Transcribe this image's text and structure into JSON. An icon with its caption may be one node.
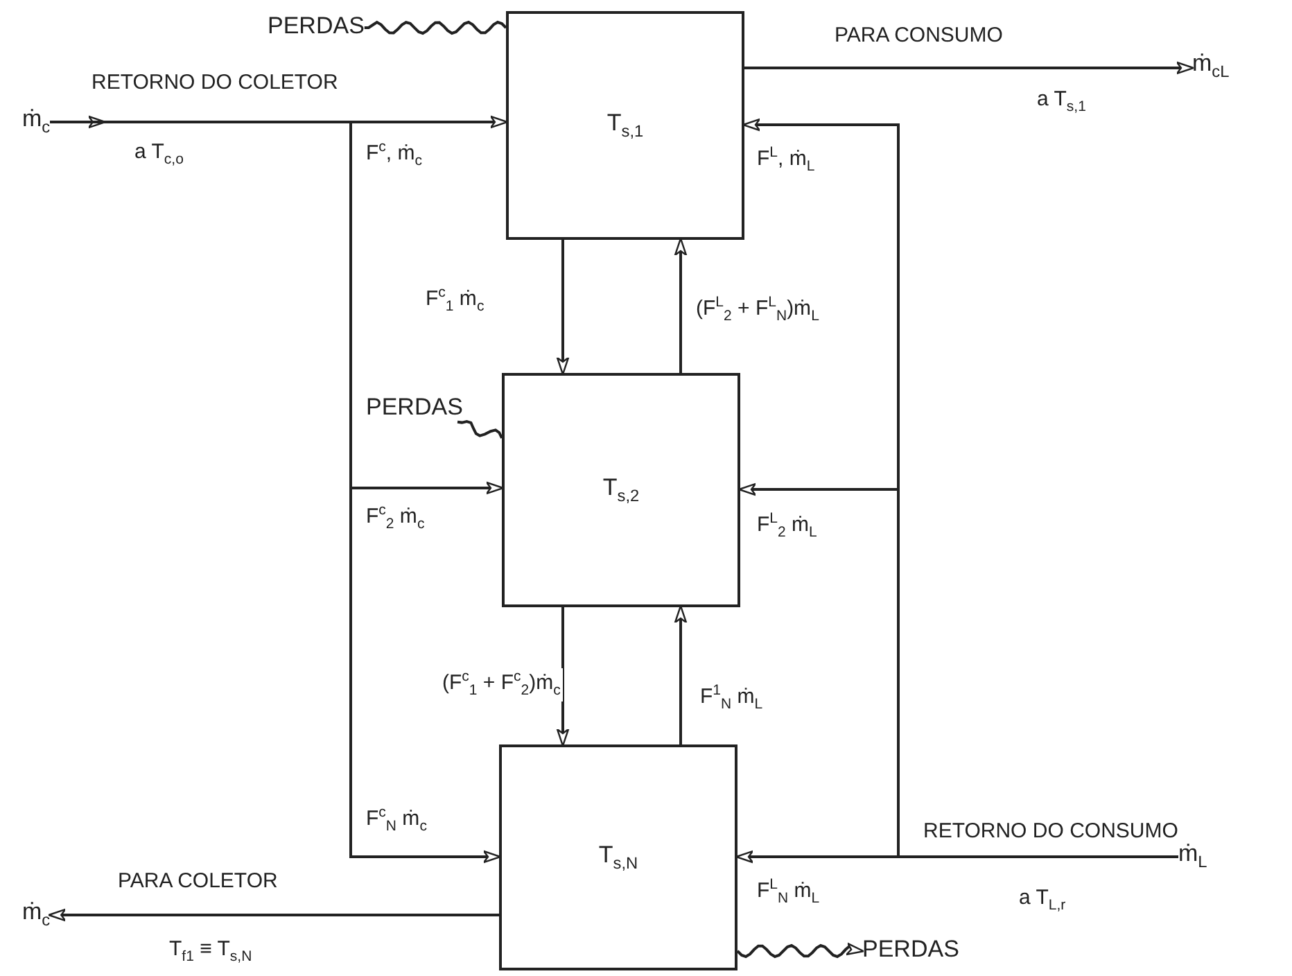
{
  "diagram": {
    "nodes": [
      {
        "text": [
          "T$_{s,1}$"
        ]
      },
      {
        "text": [
          "T$_{s,2}$"
        ]
      },
      {
        "text": [
          "T$_{s,N}$"
        ]
      },
      {
        "text": [
          "ṁ$_{c}$"
        ]
      },
      {
        "text": [
          "ṁ$_{cL}$"
        ]
      },
      {
        "text": [
          "ṁ$_{L}$"
        ]
      },
      {
        "text": [
          "ṁ$_{c}$"
        ]
      },
      {
        "text": [
          "PERDAS"
        ]
      },
      {
        "text": [
          "PERDAS"
        ]
      },
      {
        "text": [
          "PERDAS"
        ]
      }
    ],
    "edges": [
      {
        "from": 3,
        "to": 0,
        "arrow": "to",
        "label": "F$^{c}$, ṁ$_{c}$"
      },
      {
        "from": 3,
        "to": 1,
        "arrow": "to",
        "label": "F$^{c}$$_{2}$ ṁ$_{c}$"
      },
      {
        "from": 3,
        "to": 2,
        "arrow": "to",
        "label": "F$^{c}$$_{N}$ ṁ$_{c}$"
      },
      {
        "from": 0,
        "to": 1,
        "arrow": "to",
        "label": "F$^{c}$$_{1}$ ṁ$_{c}$"
      },
      {
        "from": 1,
        "to": 0,
        "arrow": "to",
        "label": "(F$^{L}$$_{2}$ + F$^{L}$$_{N}$)ṁ$_{L}$"
      },
      {
        "from": 1,
        "to": 2,
        "arrow": "to",
        "label": "(F$^{c}$$_{1}$ + F$^{c}$$_{2}$)ṁ$_{c}$"
      },
      {
        "from": 2,
        "to": 1,
        "arrow": "to",
        "label": "F$^{1}$$_{N}$ ṁ$_{L}$"
      },
      {
        "from": 0,
        "to": 4,
        "arrow": "to",
        "label": "PARA CONSUMO"
      },
      {
        "from": 5,
        "to": 0,
        "arrow": "to",
        "label": "F$^{L}$, ṁ$_{L}$"
      },
      {
        "from": 5,
        "to": 1,
        "arrow": "to",
        "label": "F$^{L}$$_{2}$ ṁ$_{L}$"
      },
      {
        "from": 5,
        "to": 2,
        "arrow": "to",
        "label": "F$^{L}$$_{N}$ ṁ$_{L}$"
      },
      {
        "from": 2,
        "to": 6,
        "arrow": "to",
        "label": "PARA COLETOR"
      },
      {
        "from": 0,
        "to": 7,
        "arrow": "none"
      },
      {
        "from": 1,
        "to": 8,
        "arrow": "none"
      },
      {
        "from": 2,
        "to": 9,
        "arrow": "to"
      }
    ],
    "labels": [
      "RETORNO DO COLETOR",
      "a T$_{c,o}$",
      "a T$_{s,1}$",
      "RETORNO DO CONSUMO",
      "a T$_{L,r}$",
      "T$_{f1}$ ≡ T$_{s,N}$"
    ]
  }
}
